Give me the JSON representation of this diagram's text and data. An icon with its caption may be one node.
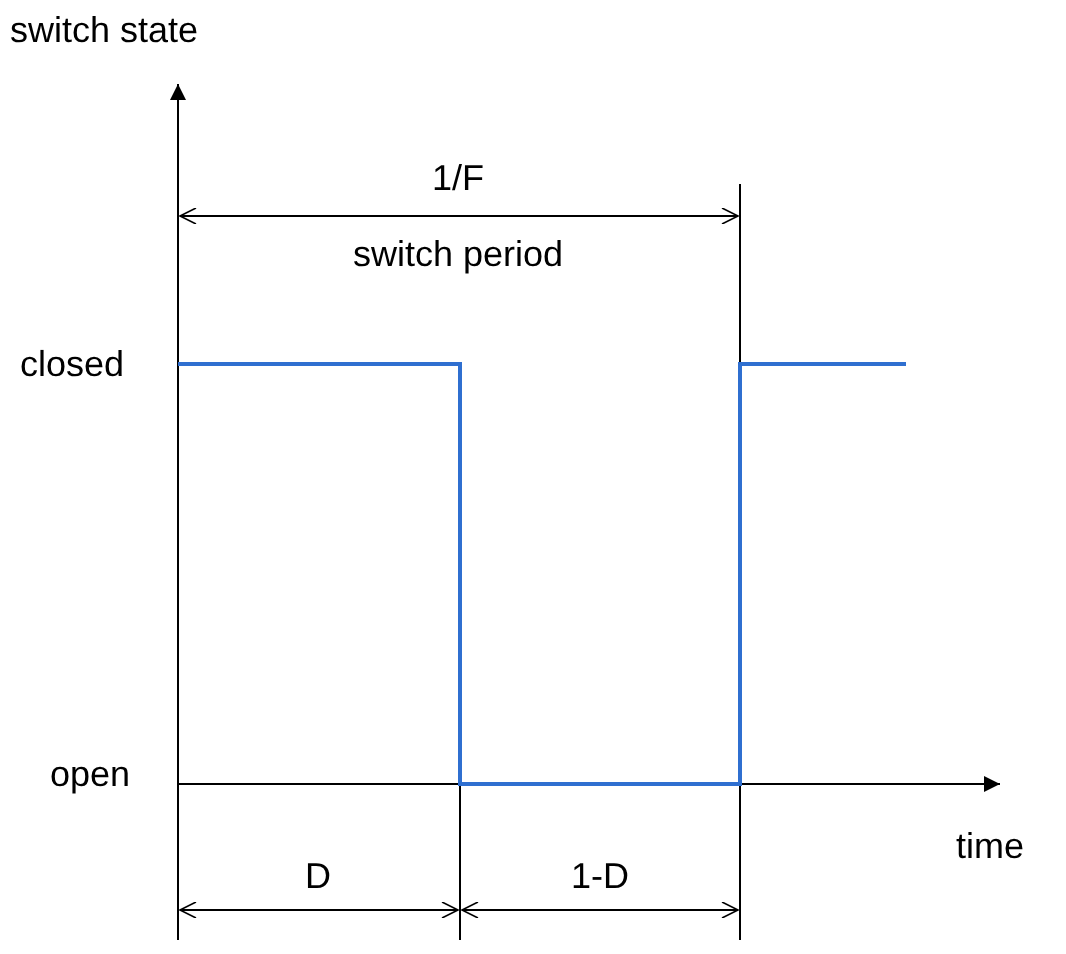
{
  "diagram": {
    "labels": [
      "switch state",
      "1/F",
      "switch period",
      "closed",
      "open",
      "time",
      "D",
      "1-D"
    ]
  }
}
